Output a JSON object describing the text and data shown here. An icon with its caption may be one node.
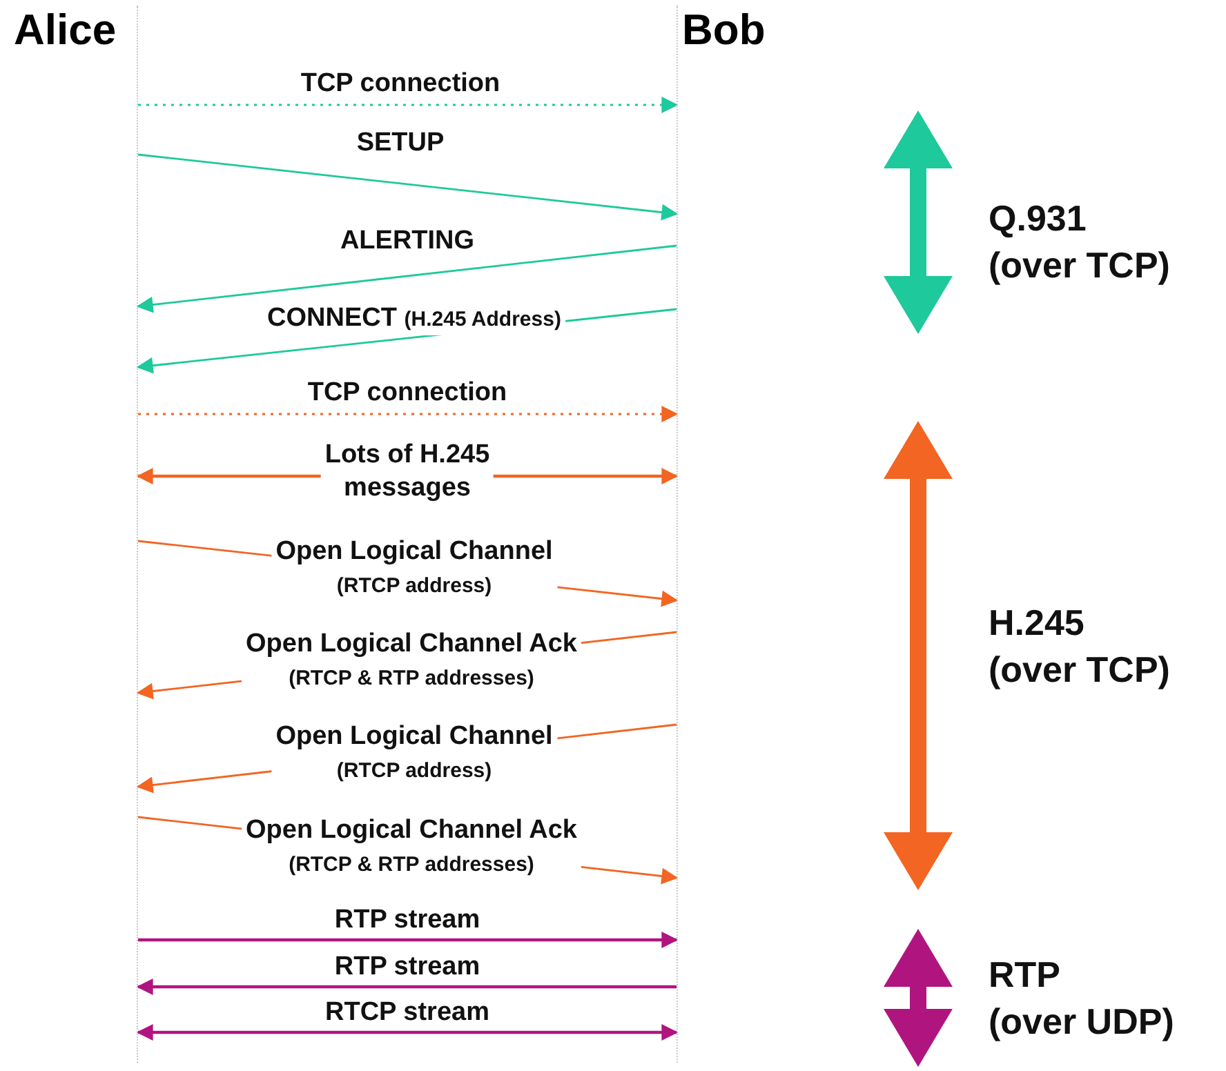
{
  "diagram": {
    "nodes": [
      {
        "text": [
          "Alice"
        ]
      },
      {
        "text": [
          "Bob"
        ]
      }
    ],
    "edges": [
      {
        "from": 0,
        "to": 1,
        "arrow": "to",
        "label": "TCP connection",
        "style": "dashed",
        "color": "#1ec99b"
      },
      {
        "from": 0,
        "to": 1,
        "arrow": "to",
        "label": "SETUP",
        "color": "#1ec99b"
      },
      {
        "from": 1,
        "to": 0,
        "arrow": "to",
        "label": "ALERTING",
        "color": "#1ec99b"
      },
      {
        "from": 1,
        "to": 0,
        "arrow": "to",
        "label": "CONNECT (H.245 Address)",
        "color": "#1ec99b"
      },
      {
        "from": 0,
        "to": 1,
        "arrow": "to",
        "label": "TCP connection",
        "style": "dashed"
      },
      {
        "from": 0,
        "to": 1,
        "arrow": "both",
        "label": "Lots of H.245 messages"
      },
      {
        "from": 0,
        "to": 1,
        "arrow": "to",
        "label": "Open Logical Channel (RTCP address)"
      },
      {
        "from": 1,
        "to": 0,
        "arrow": "to",
        "label": "Open Logical Channel Ack (RTCP & RTP addresses)"
      },
      {
        "from": 1,
        "to": 0,
        "arrow": "to",
        "label": "Open Logical Channel (RTCP address)"
      },
      {
        "from": 0,
        "to": 1,
        "arrow": "to",
        "label": "Open Logical Channel Ack (RTCP & RTP addresses)"
      },
      {
        "from": 0,
        "to": 1,
        "arrow": "to",
        "label": "RTP stream",
        "color": "#b0157f"
      },
      {
        "from": 1,
        "to": 0,
        "arrow": "to",
        "label": "RTP stream",
        "color": "#b0157f"
      },
      {
        "from": 0,
        "to": 1,
        "arrow": "both",
        "label": "RTCP stream",
        "color": "#b0157f"
      }
    ],
    "labels": [
      "Q.931 (over TCP)",
      "H.245 (over TCP)",
      "RTP (over UDP)"
    ]
  }
}
